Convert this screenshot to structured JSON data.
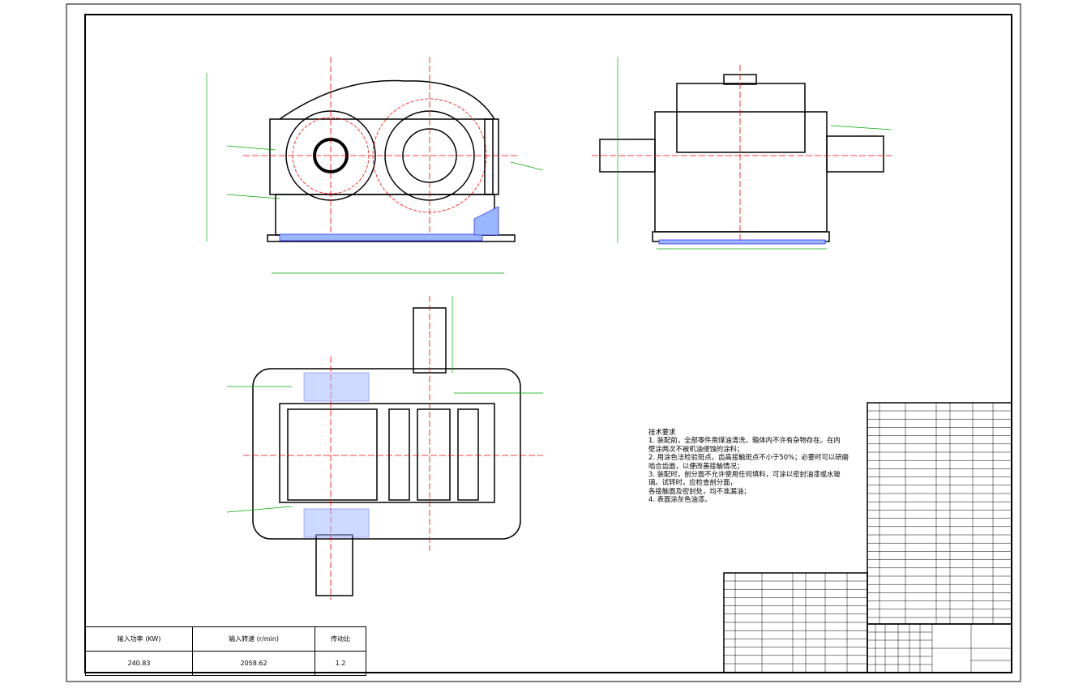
{
  "technical_requirements": {
    "title": "技术要求",
    "lines": [
      "1. 装配前，全部零件用煤油清洗，箱体内不许有杂物存在。在内",
      "壁涂两次不被机油侵蚀的涂料；",
      "2. 用涂色法检验斑点。齿高接触斑点不小于50%；必要时可以研磨",
      "啮合齿面，以便改善接触情况；",
      "3. 装配时，剖分面不允许使用任何填料，可涂以密封油漆或水玻",
      "璃。试转时，应检查剖分面，",
      "各接触面及密封处，均不准漏油；",
      "4. 表面涂灰色油漆。"
    ]
  },
  "parameters": {
    "headers": [
      "输入功率 (KW)",
      "输入转速 (r/min)",
      "传动比"
    ],
    "values": [
      "240.83",
      "2058.62",
      "1.2"
    ]
  },
  "colors": {
    "line": "#000000",
    "center": "#ff0000",
    "dimension": "#00a000",
    "hatch": "#0000ff"
  }
}
